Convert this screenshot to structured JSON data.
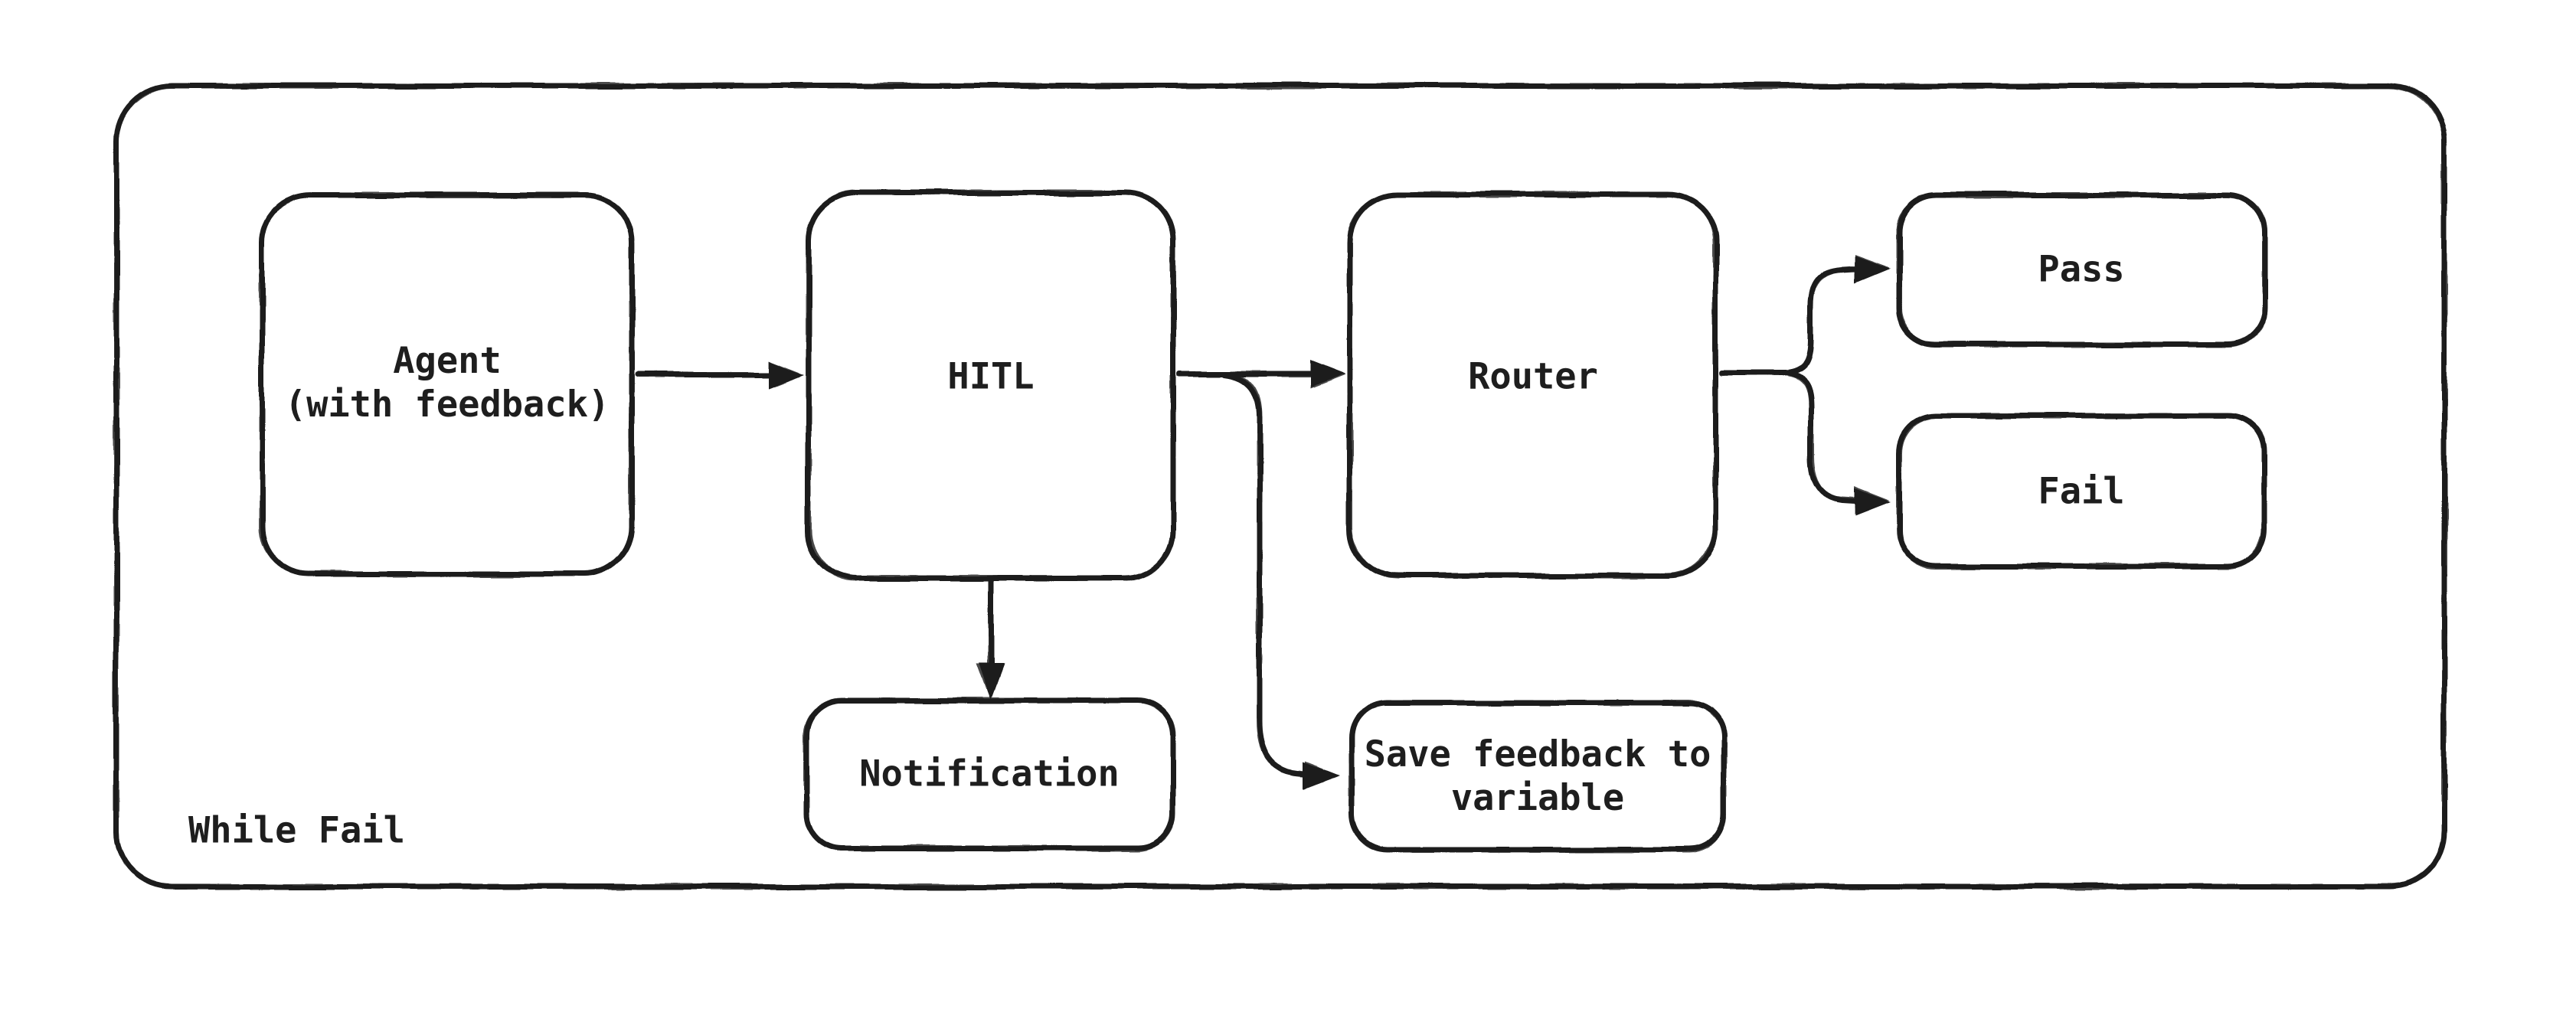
{
  "diagram": {
    "type": "flowchart",
    "loop_container": {
      "label": "While Fail"
    },
    "nodes": {
      "agent": {
        "label": "Agent\n(with feedback)"
      },
      "hitl": {
        "label": "HITL"
      },
      "router": {
        "label": "Router"
      },
      "pass": {
        "label": "Pass"
      },
      "fail": {
        "label": "Fail"
      },
      "notification": {
        "label": "Notification"
      },
      "save_feedback": {
        "label": "Save feedback to\nvariable"
      }
    },
    "edges": [
      {
        "from": "agent",
        "to": "hitl"
      },
      {
        "from": "hitl",
        "to": "router"
      },
      {
        "from": "hitl",
        "to": "notification"
      },
      {
        "from": "hitl",
        "to": "save_feedback"
      },
      {
        "from": "router",
        "to": "pass"
      },
      {
        "from": "router",
        "to": "fail"
      }
    ],
    "colors": {
      "ink": "#1e1e1e",
      "background": "#ffffff"
    }
  }
}
